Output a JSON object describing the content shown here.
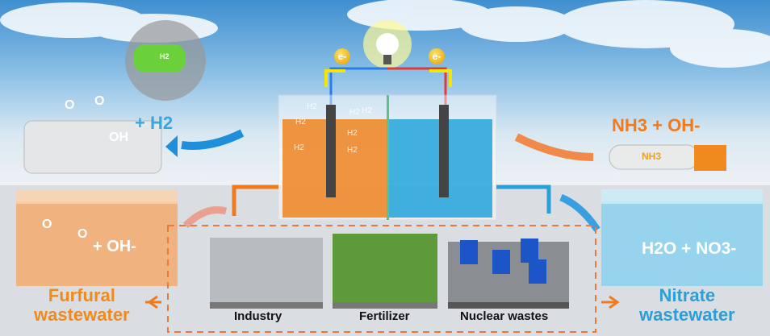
{
  "cell": {
    "electron_left": "e-",
    "electron_right": "e-",
    "h2_bubbles": [
      "H2",
      "H2",
      "H2",
      "H2",
      "H2",
      "H2",
      "H2"
    ]
  },
  "left": {
    "product_acid_oh": "OH",
    "product_acid_o": "O",
    "ring_o": "O",
    "plus_h2": "+ H2",
    "car_label": "H2",
    "feed_o": "O",
    "feed_ring_o": "O",
    "plus_oh": "+ OH-",
    "title_line1": "Furfural",
    "title_line2": "wastewater"
  },
  "right": {
    "product": "NH3 + OH-",
    "truck_label": "NH3",
    "feed": "H2O + NO3-",
    "title_line1": "Nitrate",
    "title_line2": "wastewater"
  },
  "sources": [
    "Industry",
    "Fertilizer",
    "Nuclear wastes"
  ],
  "colors": {
    "orange": "#f07b1e",
    "blue": "#2a9fd8",
    "title_orange": "#f08a1e",
    "title_blue": "#2b9fd6"
  }
}
